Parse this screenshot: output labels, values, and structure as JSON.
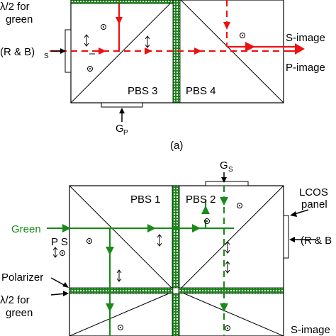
{
  "colors": {
    "red": "#ee1111",
    "green": "#1a8a1a",
    "black": "#000000",
    "prism_fill": "#ffffff"
  },
  "diagram_a": {
    "lambda_label": "λ/2 for",
    "lambda_label2": "green",
    "input_label": "(R & B)",
    "input_sub": "S",
    "pbs3": "PBS 3",
    "pbs4": "PBS 4",
    "s_image": "S-image",
    "p_image": "P-image",
    "gp_label": "G",
    "gp_sub": "P",
    "caption": "(a)"
  },
  "diagram_b": {
    "gs_label": "G",
    "gs_sub": "S",
    "pbs1": "PBS 1",
    "pbs2": "PBS 2",
    "lcos1": "LCOS",
    "lcos2": "panel",
    "green_in": "Green",
    "ps_label": "P S",
    "rb_label": "(R & B",
    "polarizer": "Polarizer",
    "lambda_label": "λ/2 for",
    "lambda_label2": "green",
    "s_image": "S-image"
  }
}
